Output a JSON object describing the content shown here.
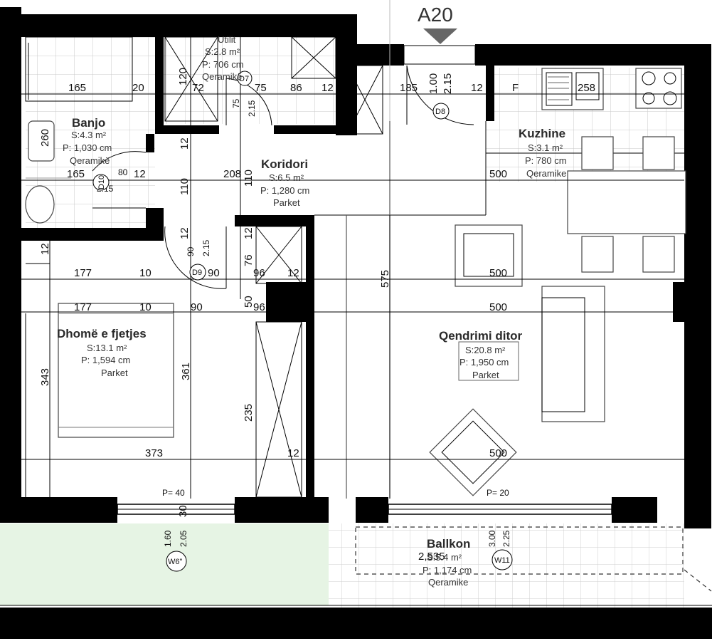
{
  "plan_label": "A20",
  "rooms": {
    "banjo": {
      "name": "Banjo",
      "area": "S:4.3 m²",
      "perimeter": "P: 1,030 cm",
      "floor": "Qeramikë"
    },
    "utilit": {
      "name": "Utilit",
      "area": "S:2.8 m²",
      "perimeter": "P: 706 cm",
      "floor": "Qeramikë"
    },
    "koridori": {
      "name": "Koridori",
      "area": "S:6.5 m²",
      "perimeter": "P: 1,280 cm",
      "floor": "Parket"
    },
    "kuzhine": {
      "name": "Kuzhine",
      "area": "S:3.1 m²",
      "perimeter": "P: 780 cm",
      "floor": "Qeramike"
    },
    "dhome": {
      "name": "Dhomë e fjetjes",
      "area": "S:13.1 m²",
      "perimeter": "P: 1,594 cm",
      "floor": "Parket"
    },
    "qendrimi": {
      "name": "Qendrimi ditor",
      "area": "S:20.8 m²",
      "perimeter": "P: 1,950 cm",
      "floor": "Parket"
    },
    "ballkon": {
      "name": "Ballkon",
      "area": "S:5.4 m²",
      "perimeter": "P: 1,174 cm",
      "floor": "Qeramike"
    }
  },
  "doors": {
    "d7": "D7",
    "d8": "D8",
    "d9": "D9",
    "d10": "D10"
  },
  "windows": {
    "w6": "W6\"",
    "w11": "W11"
  },
  "parapets": {
    "p40": "P= 40",
    "p20": "P= 20"
  },
  "fridge": "F",
  "dims": {
    "d165a": "165",
    "d20": "20",
    "d72": "72",
    "d75": "75",
    "d86": "86",
    "d12a": "12",
    "d185": "185",
    "d12b": "12",
    "d258": "258",
    "d120": "120",
    "d100": "1.00",
    "d215a": "2.15",
    "d75v": "75",
    "d215b": "2.15",
    "d260": "260",
    "d165b": "165",
    "d80": "80",
    "d12c": "12",
    "d215c": "2.15",
    "d110a": "110",
    "d12d": "12",
    "d208": "208",
    "d110b": "110",
    "d500a": "500",
    "d12e": "12",
    "d12f": "12",
    "d12g": "12",
    "d90a": "90",
    "d215d": "2.15",
    "d76": "76",
    "d177a": "177",
    "d10a": "10",
    "d90b": "90",
    "d96a": "96",
    "d12h": "12",
    "d575": "575",
    "d500b": "500",
    "d177b": "177",
    "d10b": "10",
    "d90c": "90",
    "d50": "50",
    "d96b": "96",
    "d500c": "500",
    "d343": "343",
    "d361": "361",
    "d235": "235",
    "d373": "373",
    "d12i": "12",
    "d500d": "500",
    "d30": "30",
    "d160": "1.60",
    "d205": "2.05",
    "d300": "3.00",
    "d225": "2.25",
    "d2535": "2,535"
  }
}
